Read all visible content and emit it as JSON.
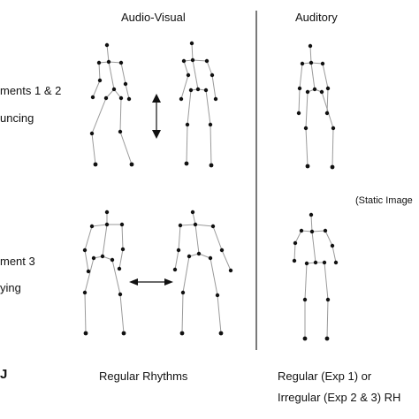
{
  "headers": {
    "audio_visual": "Audio-Visual",
    "auditory": "Auditory"
  },
  "rows": {
    "row1_line1": "ments 1 & 2",
    "row1_line2": "uncing",
    "row2_line1": "ment 3",
    "row2_line2": "ying"
  },
  "right_note": "(Static Image",
  "bottom": {
    "left_glyph": "J",
    "center": "Regular Rhythms",
    "right_line1": "Regular (Exp 1) or",
    "right_line2": "Irregular (Exp 2 & 3) RH"
  },
  "icons": {
    "vertical_motion": "double-arrow-vertical-icon",
    "horizontal_motion": "double-arrow-horizontal-icon"
  },
  "colors": {
    "joint": "#111111",
    "bone": "#9a9a9a",
    "divider": "#222222"
  }
}
